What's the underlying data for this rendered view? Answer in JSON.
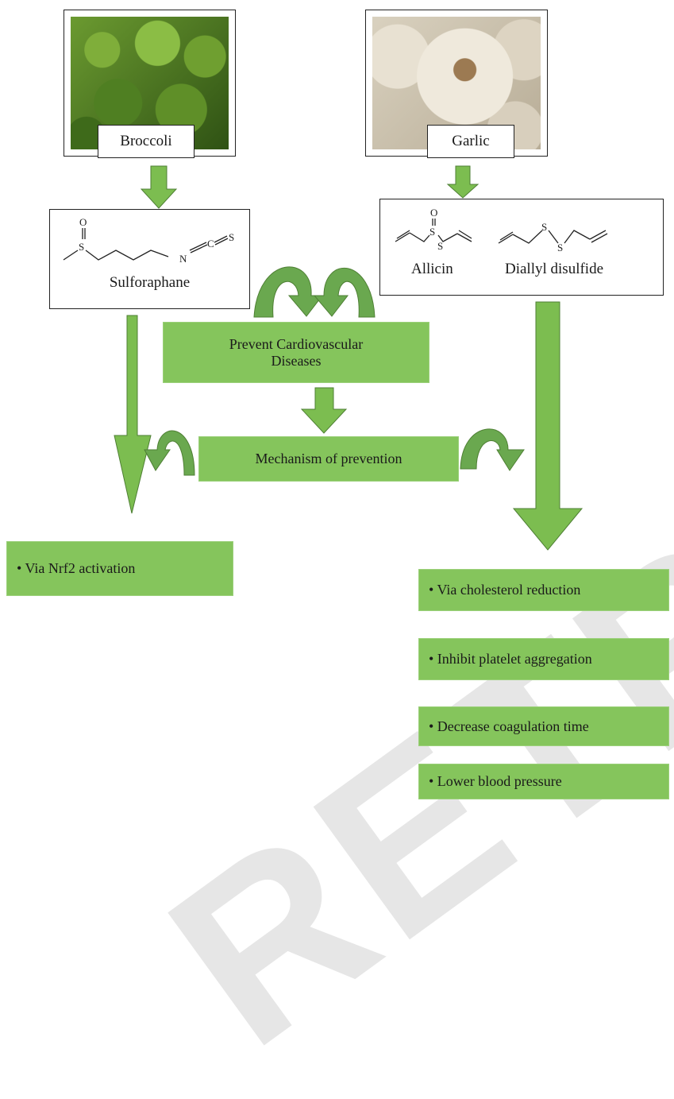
{
  "watermark": "RETRACTED",
  "broccoli": {
    "label": "Broccoli"
  },
  "garlic": {
    "label": "Garlic"
  },
  "sulforaphane": {
    "label": "Sulforaphane",
    "atoms": {
      "o": "O",
      "s": "S",
      "n": "N",
      "c": "C",
      "s2": "S"
    }
  },
  "garlic_compounds": {
    "allicin": "Allicin",
    "diallyl": "Diallyl disulfide",
    "atoms": {
      "o": "O",
      "s1": "S",
      "s2": "S",
      "s3": "S",
      "s4": "S"
    }
  },
  "center": {
    "prevent": "Prevent Cardiovascular Diseases",
    "mechanism": "Mechanism of prevention"
  },
  "left_outcome": "• Via Nrf2 activation",
  "right_outcomes": [
    "• Via cholesterol reduction",
    "• Inhibit platelet aggregation",
    "• Decrease coagulation time",
    "• Lower blood pressure"
  ],
  "colors": {
    "green": "#85c55c",
    "arrow_dark": "#6aa84f",
    "watermark": "#e6e6e6"
  }
}
